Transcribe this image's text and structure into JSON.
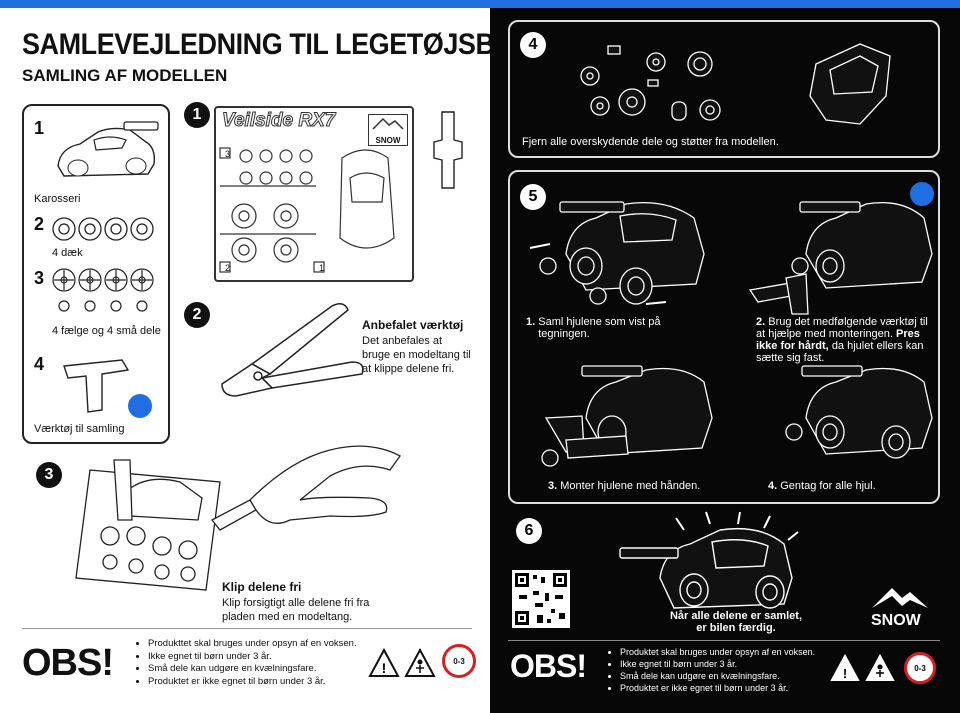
{
  "left": {
    "title": "SAMLEVEJLEDNING TIL LEGETØJSBIL",
    "subtitle": "SAMLING AF MODELLEN",
    "parts": {
      "items": [
        {
          "num": "1",
          "label": "Karosseri"
        },
        {
          "num": "2",
          "label": "4 dæk"
        },
        {
          "num": "3",
          "label": "4 fælge og 4 små dele"
        },
        {
          "num": "4",
          "label": "Værktøj til samling"
        }
      ]
    },
    "step1": {
      "num": "1",
      "sprue_name": "Veilside RX7",
      "logo": "SNOW",
      "grid_labels": [
        "1",
        "2",
        "3"
      ]
    },
    "step2": {
      "num": "2",
      "title": "Anbefalet værktøj",
      "text": "Det anbefales at bruge en modeltang til at klippe delene fri."
    },
    "step3": {
      "num": "3",
      "title": "Klip delene fri",
      "text": "Klip forsigtigt alle delene fri fra pladen med en modeltang."
    },
    "obs": {
      "heading": "OBS!",
      "warnings": [
        "Produkttet skal bruges under opsyn af en voksen.",
        "Ikke egnet til børn under 3 år.",
        "Små dele kan udgøre en kvælningsfare.",
        "Produktet er ikke egnet til børn under 3 år."
      ],
      "age_label": "0-3"
    }
  },
  "right": {
    "step4": {
      "num": "4",
      "text": "Fjern alle overskydende dele og støtter fra modellen."
    },
    "step5": {
      "num": "5",
      "substeps": [
        {
          "num": "1.",
          "text": "Saml hjulene som vist på tegningen."
        },
        {
          "num": "2.",
          "text": "Brug det medfølgende værktøj til at hjælpe med monteringen.",
          "bold": "Pres ikke for hårdt,",
          "text2": "da hjulet ellers kan sætte sig fast."
        },
        {
          "num": "3.",
          "text": "Monter hjulene med hånden."
        },
        {
          "num": "4.",
          "text": "Gentag for alle hjul."
        }
      ]
    },
    "step6": {
      "num": "6",
      "text": "Når alle delene er samlet, er bilen færdig."
    },
    "brand": "SNOW",
    "obs": {
      "heading": "OBS!",
      "warnings": [
        "Produktet skal bruges under opsyn af en voksen.",
        "Ikke egnet til børn under 3 år.",
        "Små dele kan udgøre en kvælningsfare.",
        "Produktet er ikke egnet til børn under 3 år."
      ],
      "age_label": "0-3"
    }
  },
  "colors": {
    "accent": "#1f6fe0",
    "dark": "#070707",
    "warning_red": "#d42020"
  }
}
